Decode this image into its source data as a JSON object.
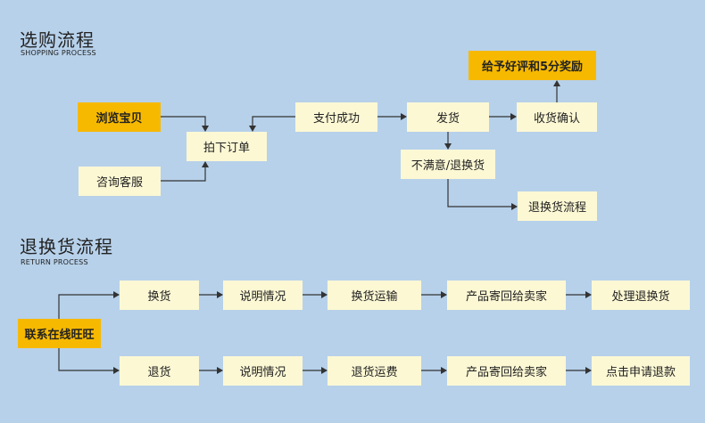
{
  "shopping": {
    "title": "选购流程",
    "subtitle": "SHOPPING PROCESS",
    "nodes": {
      "browse": "浏览宝贝",
      "consult": "咨询客服",
      "order": "拍下订单",
      "pay": "支付成功",
      "ship": "发货",
      "confirm": "收货确认",
      "reward": "给予好评和5分奖励",
      "unsatisfied": "不满意/退换货",
      "return_flow": "退换货流程"
    }
  },
  "returns": {
    "title": "退换货流程",
    "subtitle": "RETURN PROCESS",
    "contact": "联系在线旺旺",
    "exchange_row": [
      "换货",
      "说明情况",
      "换货运输",
      "产品寄回给卖家",
      "处理退换货"
    ],
    "refund_row": [
      "退货",
      "说明情况",
      "退货运费",
      "产品寄回给卖家",
      "点击申请退款"
    ]
  },
  "colors": {
    "background": "#b7d1ea",
    "box": "#fcf8d4",
    "highlight": "#f7b900",
    "line": "#333333"
  }
}
